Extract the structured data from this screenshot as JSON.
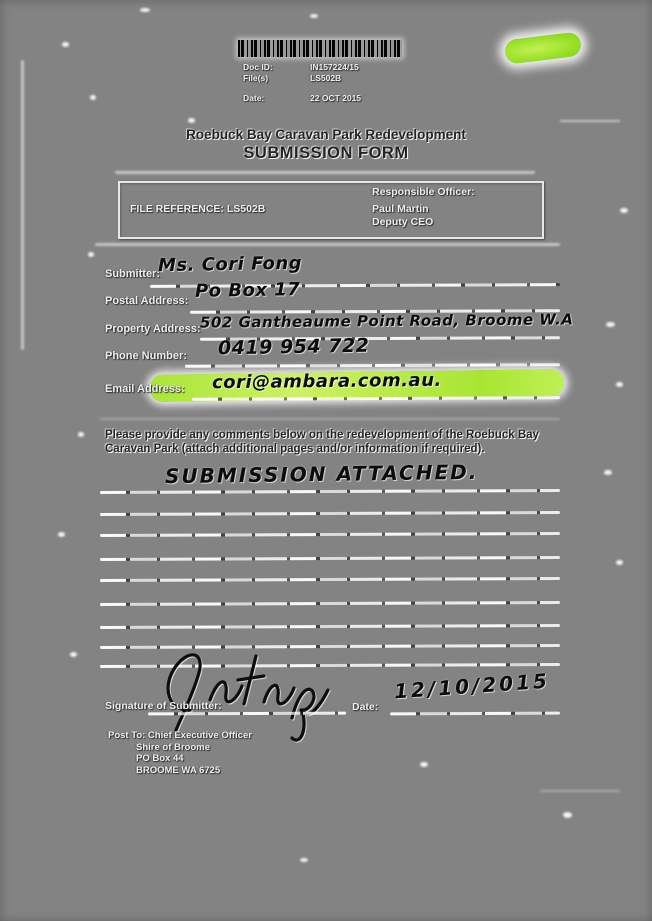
{
  "page": {
    "stamp": {
      "doc_id_label": "Doc ID:",
      "doc_id_value": "IN157224/15",
      "file_label": "File(s)",
      "file_value": "LS502B",
      "date_label": "Date:",
      "date_value": "22 OCT 2015"
    },
    "title": {
      "line1": "Roebuck Bay Caravan Park Redevelopment",
      "line2": "SUBMISSION FORM"
    },
    "reference_box": {
      "file_reference": "FILE REFERENCE: LS502B",
      "officer_label": "Responsible Officer:",
      "officer_name": "Paul Martin",
      "officer_title": "Deputy CEO"
    },
    "fields": [
      {
        "label": "Submitter:",
        "value": "Ms. Cori Fong"
      },
      {
        "label": "Postal Address:",
        "value": "Po Box 17"
      },
      {
        "label": "Property Address:",
        "value": "502 Gantheaume Point Road, Broome W.A"
      },
      {
        "label": "Phone Number:",
        "value": "0419 954 722"
      },
      {
        "label": "Email Address:",
        "value": "cori@ambara.com.au."
      }
    ],
    "comments": {
      "instruction": "Please provide any comments below on the redevelopment of the Roebuck Bay Caravan Park (attach additional pages and/or information if required).",
      "entry": "Submission Attached."
    },
    "signature": {
      "label": "Signature of Submitter:",
      "date_label": "Date:",
      "date_value": "12/10/2015"
    },
    "post_to": {
      "lines": [
        "Post To: Chief Executive Officer",
        "Shire of Broome",
        "PO Box 44",
        "BROOME WA 6725"
      ]
    },
    "colors": {
      "scan_background": "#838383",
      "highlighter_green": "#a9e636",
      "ink": "#0c0c0c"
    }
  }
}
